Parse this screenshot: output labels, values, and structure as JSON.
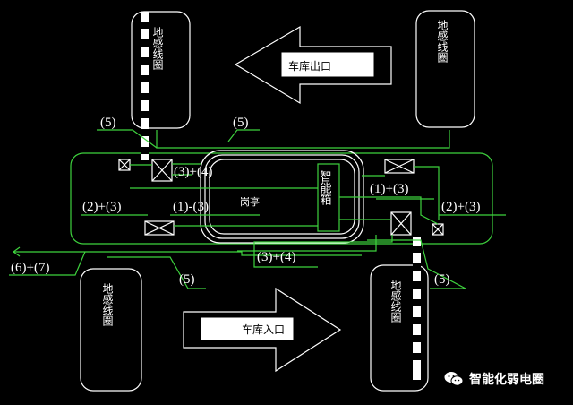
{
  "diagram": {
    "loop_label": "地感线圈",
    "exit_label": "车库出口",
    "entry_label": "车库入口",
    "booth_label": "岗亭",
    "smart_box_label": "智能箱",
    "cables": {
      "c5": "(5)",
      "c23": "(2)+(3)",
      "c13": "(1)-(3)",
      "c34": "(3)+(4)",
      "c1p3": "(1)+(3)",
      "c67": "(6)+(7)"
    }
  },
  "watermark": {
    "text": "智能化弱电圈"
  },
  "colors": {
    "background": "#000000",
    "wire": "#3ed23e",
    "outline": "#ffffff"
  }
}
